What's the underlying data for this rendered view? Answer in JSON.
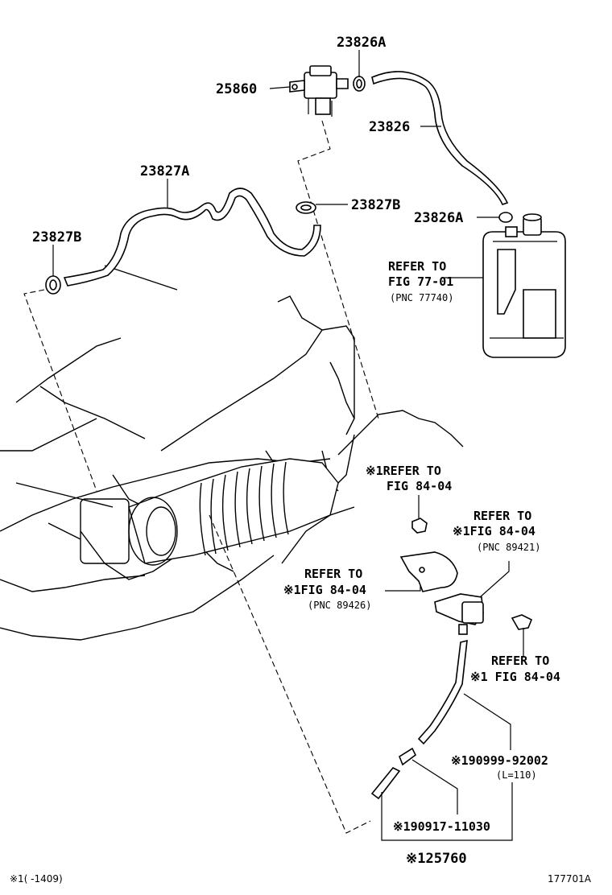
{
  "labels": {
    "p23826a_top": "23826A",
    "p25860": "25860",
    "p23826": "23826",
    "p23827a": "23827A",
    "p23827b_right": "23827B",
    "p23826a_right": "23826A",
    "p23827b_left": "23827B",
    "refer_77_1": "REFER TO",
    "refer_77_2": "FIG 77-01",
    "refer_77_3": "(PNC 77740)",
    "refer_84a_1": "※1REFER TO",
    "refer_84a_2": "FIG 84-04",
    "refer_84b_1": "REFER TO",
    "refer_84b_2": "※1FIG 84-04",
    "refer_84b_3": "(PNC 89421)",
    "refer_84c_1": "REFER TO",
    "refer_84c_2": "※1FIG 84-04",
    "refer_84c_3": "(PNC 89426)",
    "refer_84d_1": "REFER TO",
    "refer_84d_2": "※1 FIG 84-04",
    "p90999": "※190999-92002",
    "p90999_len": "(L=110)",
    "p90917": "※190917-11030",
    "p25760": "※125760",
    "footnote": "※1(      -1409)",
    "figure_id": "177701A"
  }
}
